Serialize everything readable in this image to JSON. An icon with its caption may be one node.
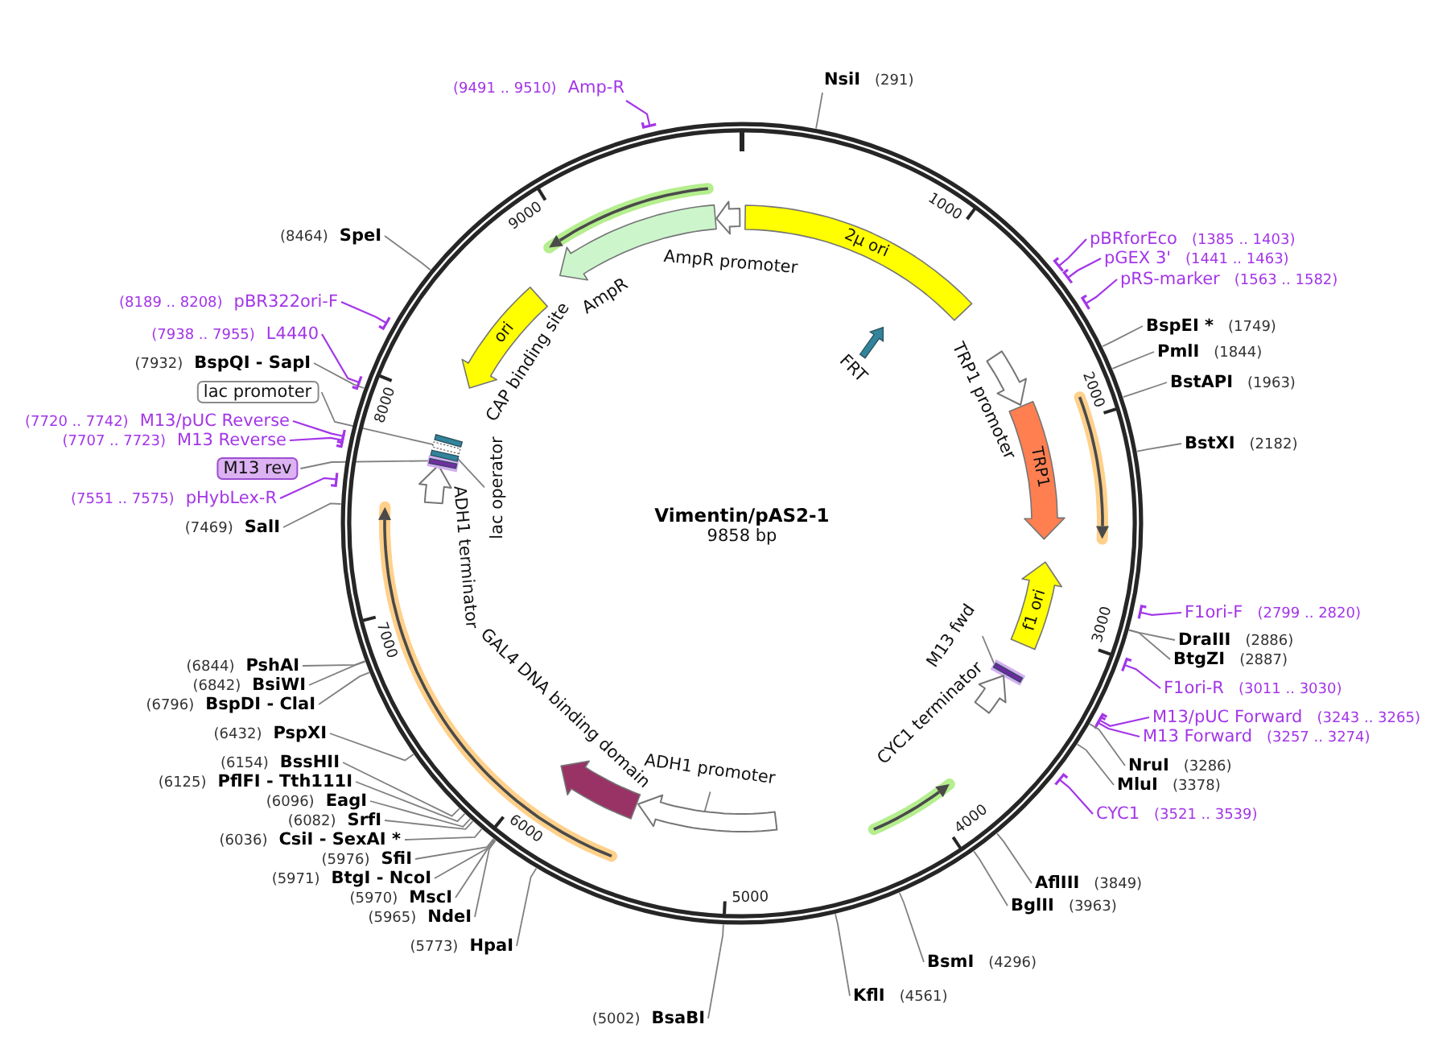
{
  "diagram": {
    "title": "Vimentin/pAS2-1",
    "nodes": [
      {
        "text": [],
        "shape": "circle"
      },
      {
        "text": [
          "2μ ori"
        ],
        "in": 0
      },
      {
        "text": [],
        "shape": "arrow",
        "beside": [
          "FRT"
        ],
        "in": 0
      },
      {
        "text": [],
        "shape": "arrow",
        "beside": [
          "TRP1 promoter"
        ],
        "in": 0
      },
      {
        "text": [
          "TRP1"
        ],
        "in": 0
      },
      {
        "text": [],
        "shape": "arrow",
        "in": 0
      },
      {
        "text": [
          "f1 ori"
        ],
        "in": 0
      },
      {
        "text": [],
        "shape": "bar",
        "in": 0
      },
      {
        "text": [],
        "shape": "arrow",
        "beside": [
          "CYC1 terminator"
        ],
        "in": 0
      },
      {
        "text": [],
        "shape": "arrow",
        "in": 0
      },
      {
        "text": [],
        "shape": "arrow",
        "in": 0
      },
      {
        "text": [],
        "shape": "arrow",
        "beside": [
          "GAL4 DNA binding domain"
        ],
        "in": 0
      },
      {
        "text": [],
        "shape": "arrow",
        "in": 0
      },
      {
        "text": [],
        "shape": "arrow",
        "beside": [
          "ADH1 terminator"
        ],
        "in": 0
      },
      {
        "text": [],
        "shape": "bar",
        "in": 0
      },
      {
        "text": [],
        "shape": "bar",
        "in": 0
      },
      {
        "text": [],
        "shape": "bar",
        "in": 0
      },
      {
        "text": [
          "CAP binding site"
        ],
        "in": 0
      },
      {
        "text": [
          "ori"
        ],
        "in": 0
      },
      {
        "text": [],
        "shape": "arrow",
        "beside": [
          "AmpR"
        ],
        "in": 0
      },
      {
        "text": [],
        "shape": "arrow",
        "in": 0
      },
      {
        "text": [
          "AmpR promoter"
        ],
        "in": 0
      },
      {
        "text": [
          "ADH1 promoter"
        ],
        "in": 0
      },
      {
        "text": [
          "M13 fwd"
        ],
        "in": 0
      },
      {
        "text": [
          "lac operator"
        ],
        "in": 0
      },
      {
        "text": [
          "lac promoter"
        ]
      },
      {
        "text": [
          "M13 rev"
        ]
      },
      {
        "text": [
          "NsiI",
          "(291)"
        ]
      },
      {
        "text": [
          "pBRforEco",
          "(1385 .. 1403)"
        ]
      },
      {
        "text": [
          "pGEX 3'",
          "(1441 .. 1463)"
        ]
      },
      {
        "text": [
          "pRS-marker",
          "(1563 .. 1582)"
        ]
      },
      {
        "text": [
          "BspEI *",
          "(1749)"
        ]
      },
      {
        "text": [
          "PmlI",
          "(1844)"
        ]
      },
      {
        "text": [
          "BstAPI",
          "(1963)"
        ]
      },
      {
        "text": [
          "BstXI",
          "(2182)"
        ]
      },
      {
        "text": [
          "F1ori-F",
          "(2799 .. 2820)"
        ]
      },
      {
        "text": [
          "DraIII",
          "(2886)"
        ]
      },
      {
        "text": [
          "BtgZI",
          "(2887)"
        ]
      },
      {
        "text": [
          "F1ori-R",
          "(3011 .. 3030)"
        ]
      },
      {
        "text": [
          "M13/pUC Forward",
          "(3243 .. 3265)"
        ]
      },
      {
        "text": [
          "M13 Forward",
          "(3257 .. 3274)"
        ]
      },
      {
        "text": [
          "NruI",
          "(3286)"
        ]
      },
      {
        "text": [
          "MluI",
          "(3378)"
        ]
      },
      {
        "text": [
          "CYC1",
          "(3521 .. 3539)"
        ]
      },
      {
        "text": [
          "AflIII",
          "(3849)"
        ]
      },
      {
        "text": [
          "BglII",
          "(3963)"
        ]
      },
      {
        "text": [
          "BsmI",
          "(4296)"
        ]
      },
      {
        "text": [
          "KflI",
          "(4561)"
        ]
      },
      {
        "text": [
          "(5002)",
          "BsaBI"
        ]
      },
      {
        "text": [
          "(5773)",
          "HpaI"
        ]
      },
      {
        "text": [
          "(5965)",
          "NdeI"
        ]
      },
      {
        "text": [
          "(5970)",
          "MscI"
        ]
      },
      {
        "text": [
          "(5971)",
          "BtgI - NcoI"
        ]
      },
      {
        "text": [
          "(5976)",
          "SfiI"
        ]
      },
      {
        "text": [
          "(6036)",
          "CsiI - SexAI *"
        ]
      },
      {
        "text": [
          "(6082)",
          "SrfI"
        ]
      },
      {
        "text": [
          "(6096)",
          "EagI"
        ]
      },
      {
        "text": [
          "(6125)",
          "PflFI - Tth111I"
        ]
      },
      {
        "text": [
          "(6154)",
          "BssHII"
        ]
      },
      {
        "text": [
          "(6432)",
          "PspXI"
        ]
      },
      {
        "text": [
          "(6796)",
          "BspDI - ClaI"
        ]
      },
      {
        "text": [
          "(6842)",
          "BsiWI"
        ]
      },
      {
        "text": [
          "(6844)",
          "PshAI"
        ]
      },
      {
        "text": [
          "(7469)",
          "SalI"
        ]
      },
      {
        "text": [
          "(7551 .. 7575)",
          "pHybLex-R"
        ]
      },
      {
        "text": [
          "(7707 .. 7723)",
          "M13 Reverse"
        ]
      },
      {
        "text": [
          "(7720 .. 7742)",
          "M13/pUC Reverse"
        ]
      },
      {
        "text": [
          "(7932)",
          "BspQI - SapI"
        ]
      },
      {
        "text": [
          "(7938 .. 7955)",
          "L4440"
        ]
      },
      {
        "text": [
          "(8189 .. 8208)",
          "pBR322ori-F"
        ]
      },
      {
        "text": [
          "(8464)",
          "SpeI"
        ]
      },
      {
        "text": [
          "(9491 .. 9510)",
          "Amp-R"
        ]
      }
    ],
    "edges": [
      {
        "from": 22,
        "to": 10,
        "arrow": "none"
      },
      {
        "from": 23,
        "to": 7,
        "arrow": "none"
      },
      {
        "from": 24,
        "to": 15,
        "arrow": "none"
      },
      {
        "from": 25,
        "to": 16,
        "arrow": "none"
      },
      {
        "from": 26,
        "to": 14,
        "arrow": "none"
      },
      {
        "from": 27,
        "to": 0,
        "arrow": "none"
      },
      {
        "from": 28,
        "to": 0,
        "arrow": "other",
        "color": "#a336e8"
      },
      {
        "from": 29,
        "to": 0,
        "arrow": "other",
        "color": "#a336e8"
      },
      {
        "from": 30,
        "to": 0,
        "arrow": "other",
        "color": "#a336e8"
      },
      {
        "from": 31,
        "to": 0,
        "arrow": "none"
      },
      {
        "from": 32,
        "to": 0,
        "arrow": "none"
      },
      {
        "from": 33,
        "to": 0,
        "arrow": "none"
      },
      {
        "from": 34,
        "to": 0,
        "arrow": "none"
      },
      {
        "from": 35,
        "to": 0,
        "arrow": "other",
        "color": "#a336e8"
      },
      {
        "from": 36,
        "to": 0,
        "arrow": "none"
      },
      {
        "from": 37,
        "to": 0,
        "arrow": "none"
      },
      {
        "from": 38,
        "to": 0,
        "arrow": "other",
        "color": "#a336e8"
      },
      {
        "from": 39,
        "to": 0,
        "arrow": "other",
        "color": "#a336e8"
      },
      {
        "from": 40,
        "to": 0,
        "arrow": "other",
        "color": "#a336e8"
      },
      {
        "from": 41,
        "to": 0,
        "arrow": "none"
      },
      {
        "from": 42,
        "to": 0,
        "arrow": "none"
      },
      {
        "from": 43,
        "to": 0,
        "arrow": "other",
        "color": "#a336e8"
      },
      {
        "from": 44,
        "to": 0,
        "arrow": "none"
      },
      {
        "from": 45,
        "to": 0,
        "arrow": "none"
      },
      {
        "from": 46,
        "to": 0,
        "arrow": "none"
      },
      {
        "from": 47,
        "to": 0,
        "arrow": "none"
      },
      {
        "from": 48,
        "to": 0,
        "arrow": "none"
      },
      {
        "from": 49,
        "to": 0,
        "arrow": "none"
      },
      {
        "from": 50,
        "to": 0,
        "arrow": "none"
      },
      {
        "from": 51,
        "to": 0,
        "arrow": "none"
      },
      {
        "from": 52,
        "to": 0,
        "arrow": "none"
      },
      {
        "from": 53,
        "to": 0,
        "arrow": "none"
      },
      {
        "from": 54,
        "to": 0,
        "arrow": "none"
      },
      {
        "from": 55,
        "to": 0,
        "arrow": "none"
      },
      {
        "from": 56,
        "to": 0,
        "arrow": "none"
      },
      {
        "from": 57,
        "to": 0,
        "arrow": "none"
      },
      {
        "from": 58,
        "to": 0,
        "arrow": "none"
      },
      {
        "from": 59,
        "to": 0,
        "arrow": "none"
      },
      {
        "from": 60,
        "to": 0,
        "arrow": "none"
      },
      {
        "from": 61,
        "to": 0,
        "arrow": "none"
      },
      {
        "from": 62,
        "to": 0,
        "arrow": "none"
      },
      {
        "from": 63,
        "to": 0,
        "arrow": "none"
      },
      {
        "from": 64,
        "to": 0,
        "arrow": "other",
        "color": "#a336e8"
      },
      {
        "from": 65,
        "to": 0,
        "arrow": "other",
        "color": "#a336e8"
      },
      {
        "from": 66,
        "to": 0,
        "arrow": "other",
        "color": "#a336e8"
      },
      {
        "from": 67,
        "to": 0,
        "arrow": "none"
      },
      {
        "from": 68,
        "to": 0,
        "arrow": "other",
        "color": "#a336e8"
      },
      {
        "from": 69,
        "to": 0,
        "arrow": "other",
        "color": "#a336e8"
      },
      {
        "from": 70,
        "to": 0,
        "arrow": "none"
      },
      {
        "from": 71,
        "to": 0,
        "arrow": "other",
        "color": "#a336e8"
      }
    ],
    "labels": [
      "9858 bp",
      "1000",
      "2000",
      "3000",
      "4000",
      "5000",
      "6000",
      "7000",
      "8000",
      "9000"
    ]
  }
}
